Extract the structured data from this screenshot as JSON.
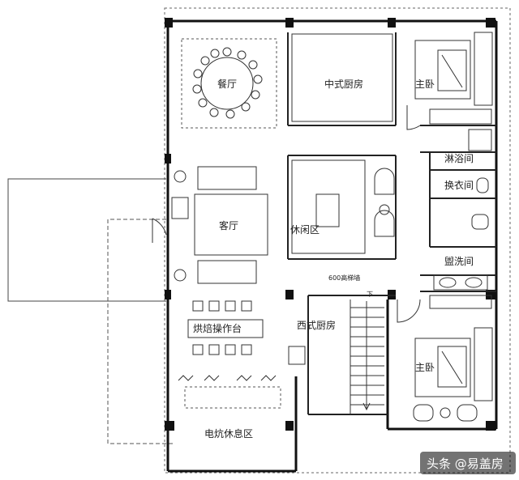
{
  "plan": {
    "rooms": {
      "dining": "餐厅",
      "chinese_kitchen": "中式厨房",
      "master_top": "主卧",
      "shower": "淋浴间",
      "dressing": "换衣间",
      "leisure": "休闲区",
      "living": "客厅",
      "powder": "盥洗间",
      "western_kitchen": "西式厨房",
      "baking_counter": "烘焙操作台",
      "master_bottom": "主卧",
      "kang_rest": "电炕休息区"
    },
    "annotations": {
      "stair_note": "600高梯墙",
      "stair_down": "下"
    },
    "watermark": "头条 @易盖房"
  },
  "colors": {
    "wall": "#111111",
    "line": "#333333",
    "dash": "#555555",
    "watermark_bg": "#000000"
  }
}
